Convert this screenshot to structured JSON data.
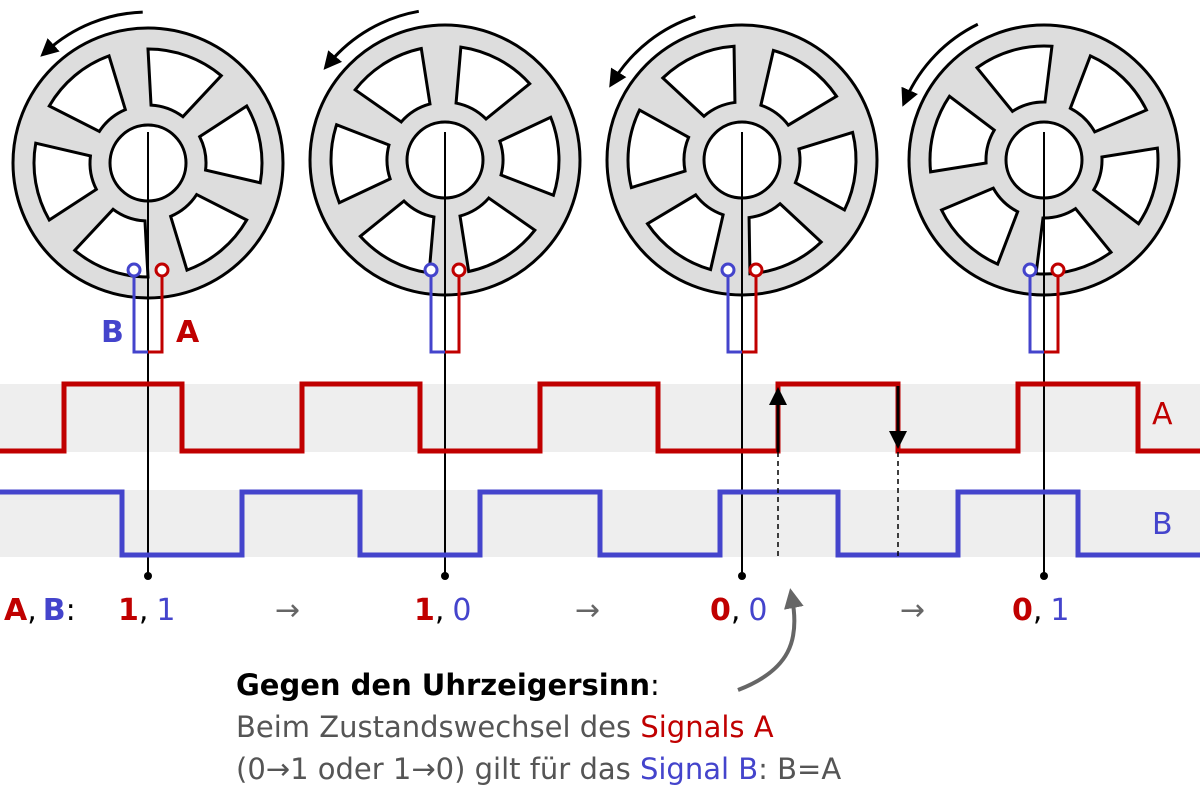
{
  "colors": {
    "signal_a": "#c00000",
    "signal_b": "#4444cc",
    "wheel_fill": "#dddddd",
    "band_fill": "#eeeeee",
    "text_gray": "#555555",
    "arrow_gray": "#666666"
  },
  "wheels": [
    {
      "rotation_deg": 0
    },
    {
      "rotation_deg": 8
    },
    {
      "rotation_deg": 16
    },
    {
      "rotation_deg": 24
    }
  ],
  "sensor_labels": {
    "b": "B",
    "a": "A"
  },
  "signal_labels": {
    "a": "A",
    "b": "B"
  },
  "state_row": {
    "label_a": "A",
    "label_sep": ",",
    "label_b": "B",
    "label_colon": ":",
    "states": [
      {
        "a": "1",
        "sep": ",",
        "b": "1"
      },
      {
        "a": "1",
        "sep": ",",
        "b": "0"
      },
      {
        "a": "0",
        "sep": ",",
        "b": "0"
      },
      {
        "a": "0",
        "sep": ",",
        "b": "1"
      }
    ],
    "arrow_glyph": "→"
  },
  "caption": {
    "title": "Gegen den Uhrzeigersinn",
    "title_colon": ":",
    "line2_pre": "Beim Zustandswechsel des ",
    "line2_signal": "Signals A",
    "line3_pre": "(0→1 oder 1→0) gilt für das ",
    "line3_signal": "Signal B",
    "line3_post": ": B=A"
  }
}
